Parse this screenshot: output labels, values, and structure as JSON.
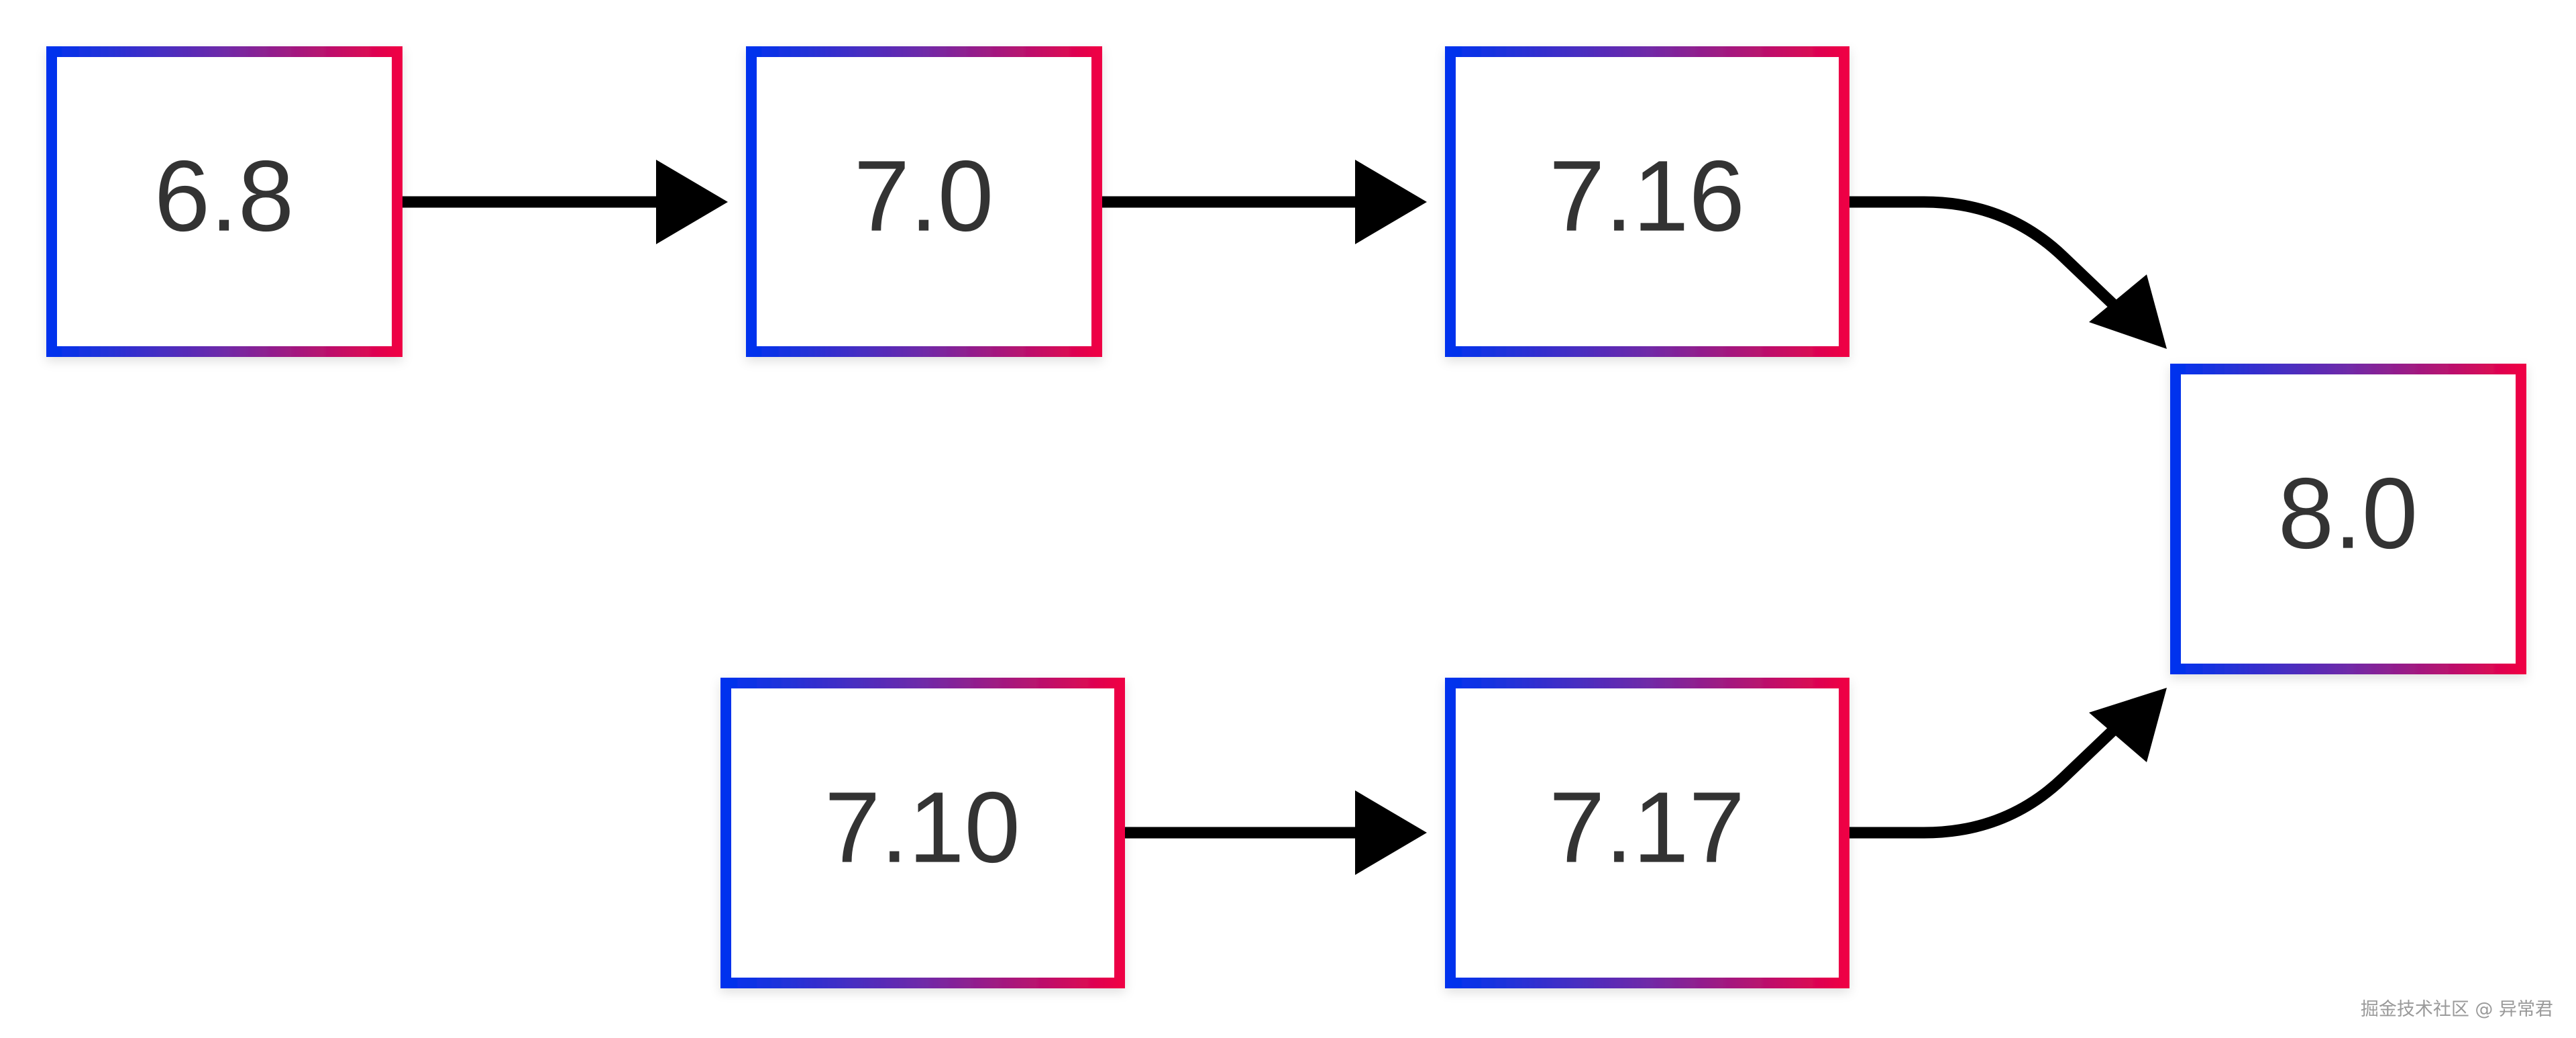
{
  "diagram": {
    "nodes": [
      {
        "id": "v6-8",
        "label": "6.8"
      },
      {
        "id": "v7-0",
        "label": "7.0"
      },
      {
        "id": "v7-16",
        "label": "7.16"
      },
      {
        "id": "v8-0",
        "label": "8.0"
      },
      {
        "id": "v7-10",
        "label": "7.10"
      },
      {
        "id": "v7-17",
        "label": "7.17"
      }
    ],
    "edges": [
      {
        "from": "v6-8",
        "to": "v7-0"
      },
      {
        "from": "v7-0",
        "to": "v7-16"
      },
      {
        "from": "v7-16",
        "to": "v8-0"
      },
      {
        "from": "v7-10",
        "to": "v7-17"
      },
      {
        "from": "v7-17",
        "to": "v8-0"
      }
    ],
    "border_gradient": {
      "start": "#0033ee",
      "mid": "#6f2aa8",
      "end": "#ee0044"
    },
    "text_color": "#333333",
    "edge_color": "#000000"
  },
  "watermark": {
    "text": "掘金技术社区 @ 异常君"
  }
}
